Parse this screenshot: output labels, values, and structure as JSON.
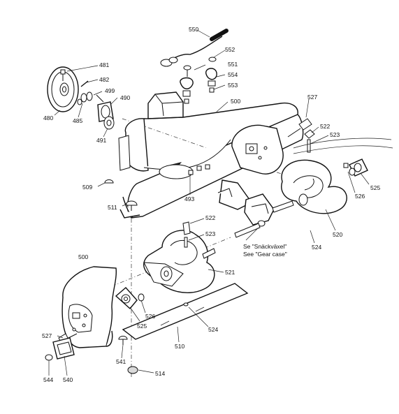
{
  "part_labels": {
    "p550": "550",
    "p552": "552",
    "p551": "551",
    "p554": "554",
    "p553": "553",
    "p481": "481",
    "p482": "482",
    "p499": "499",
    "p490": "490",
    "p480": "480",
    "p485": "485",
    "p491": "491",
    "p500_top": "500",
    "p527_top": "527",
    "p522_top": "522",
    "p523_top": "523",
    "p509": "509",
    "p493": "493",
    "p511": "511",
    "p526_top": "526",
    "p525_top": "525",
    "p520": "520",
    "p524_top": "524",
    "p522_mid": "522",
    "p523_mid": "523",
    "p521": "521",
    "p500_bot": "500",
    "p525_bot": "525",
    "p526_bot": "526",
    "p524_bot": "524",
    "p527_bot": "527",
    "p510": "510",
    "p541": "541",
    "p544": "544",
    "p540": "540",
    "p514": "514"
  },
  "notes": {
    "gear_case_sv": "Se \"Snäckväxel\"",
    "gear_case_en": "See \"Gear case\""
  }
}
